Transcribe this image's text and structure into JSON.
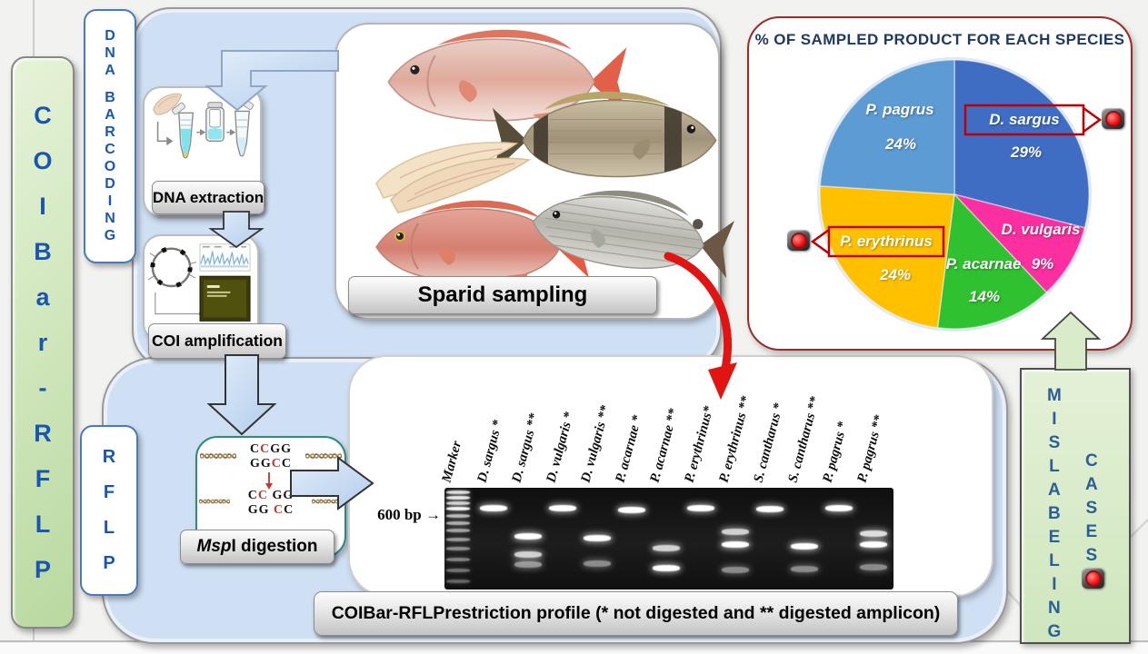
{
  "icons": {
    "right_arrow": "→"
  },
  "left_rail": {
    "coibar": "COIBar-RFLP",
    "dna_barcoding": "DNA BARCODING",
    "rflp": "RFLP"
  },
  "workflow": {
    "dna_extraction": "DNA extraction",
    "coi_amplification": "COI amplification",
    "sparid_sampling": "Sparid sampling"
  },
  "digestion": {
    "enzyme_italic": "Msp",
    "label_rest": "I digestion",
    "site_top": {
      "text": "CCGG",
      "red": [
        1
      ]
    },
    "site_bottom": {
      "text": "GGCC",
      "red": [
        2
      ]
    },
    "cut_top": {
      "text": "CC GG",
      "red": [
        1
      ]
    },
    "cut_bottom": {
      "text": "GG CC",
      "red": [
        3
      ]
    }
  },
  "gel": {
    "size_label": "600 bp",
    "caption_strong": "COIBar-RFLP",
    "caption_rest": " restriction profile (* not digested and ** digested amplicon)",
    "lanes": [
      {
        "label": "Marker",
        "marker": true
      },
      {
        "label": "D. sargus *",
        "bands": [
          [
            22,
            1
          ]
        ]
      },
      {
        "label": "D. sargus **",
        "bands": [
          [
            53,
            1
          ],
          [
            73,
            0.8
          ],
          [
            84,
            0.55
          ]
        ]
      },
      {
        "label": "D. vulgaris *",
        "bands": [
          [
            22,
            1
          ]
        ]
      },
      {
        "label": "D. vulgaris **",
        "bands": [
          [
            55,
            1
          ],
          [
            83,
            0.5
          ]
        ]
      },
      {
        "label": "P. acarnae *",
        "bands": [
          [
            24,
            1
          ]
        ]
      },
      {
        "label": "P. acarnae **",
        "bands": [
          [
            66,
            0.8
          ],
          [
            88,
            1
          ]
        ]
      },
      {
        "label": "P. erythrinus*",
        "bands": [
          [
            22,
            1
          ]
        ]
      },
      {
        "label": "P. erythrinus **",
        "bands": [
          [
            48,
            0.8
          ],
          [
            62,
            1
          ],
          [
            90,
            0.5
          ]
        ]
      },
      {
        "label": "S. cantharus *",
        "bands": [
          [
            23,
            1
          ]
        ]
      },
      {
        "label": "S. cantharus **",
        "bands": [
          [
            64,
            1
          ],
          [
            89,
            0.5
          ]
        ]
      },
      {
        "label": "P. pagrus *",
        "bands": [
          [
            22,
            1
          ]
        ]
      },
      {
        "label": "P. pagrus **",
        "bands": [
          [
            50,
            0.85
          ],
          [
            62,
            1
          ],
          [
            87,
            0.5
          ]
        ]
      }
    ],
    "marker_rungs": [
      [
        5,
        0.85
      ],
      [
        11,
        0.9
      ],
      [
        17,
        0.8
      ],
      [
        23,
        0.95
      ],
      [
        31,
        0.7
      ],
      [
        39,
        0.65
      ],
      [
        47,
        0.6
      ],
      [
        57,
        0.55
      ],
      [
        67,
        0.5
      ],
      [
        79,
        0.45
      ],
      [
        91,
        0.4
      ],
      [
        103,
        0.35
      ]
    ]
  },
  "pie_panel": {
    "title": "% OF SAMPLED PRODUCT FOR EACH SPECIES",
    "slices": [
      {
        "name": "D. sargus",
        "pct": "29%",
        "value": 29,
        "color": "#3f6dc4",
        "callout": "right"
      },
      {
        "name": "D. vulgaris",
        "pct": "9%",
        "value": 9,
        "color": "#fb2f9f"
      },
      {
        "name": "P. acarnae",
        "pct": "14%",
        "value": 14,
        "color": "#2fc12f"
      },
      {
        "name": "P. erythrinus",
        "pct": "24%",
        "value": 24,
        "color": "#ffc000",
        "callout": "left"
      },
      {
        "name": "P. pagrus",
        "pct": "24%",
        "value": 24,
        "color": "#5d9bd5"
      }
    ]
  },
  "mislabeling": {
    "word1": "MISLABELING",
    "word2": "CASES"
  },
  "chart_data": {
    "type": "pie",
    "title": "% OF SAMPLED PRODUCT FOR EACH SPECIES",
    "categories": [
      "D. sargus",
      "D. vulgaris",
      "P. acarnae",
      "P. erythrinus",
      "P. pagrus"
    ],
    "values": [
      29,
      9,
      14,
      24,
      24
    ],
    "colors": [
      "#3f6dc4",
      "#fb2f9f",
      "#2fc12f",
      "#ffc000",
      "#5d9bd5"
    ],
    "legend_position": "inside",
    "highlighted": [
      "D. sargus",
      "P. erythrinus"
    ]
  }
}
